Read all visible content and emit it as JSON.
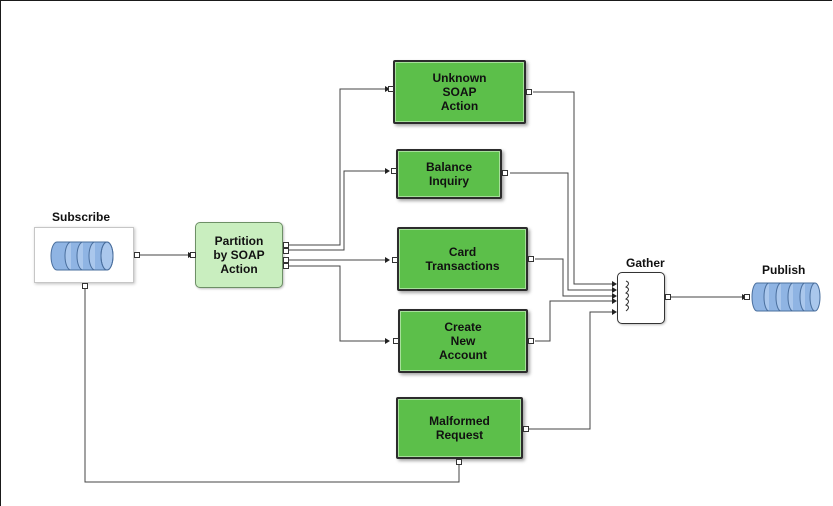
{
  "nodes": {
    "subscribe": {
      "label": "Subscribe"
    },
    "partition": {
      "label": "Partition\nby SOAP\nAction"
    },
    "unknown": {
      "label": "Unknown\nSOAP\nAction"
    },
    "balance": {
      "label": "Balance\nInquiry"
    },
    "card": {
      "label": "Card\nTransactions"
    },
    "create": {
      "label": "Create\nNew\nAccount"
    },
    "malformed": {
      "label": "Malformed\nRequest"
    },
    "gather": {
      "label": "Gather"
    },
    "publish": {
      "label": "Publish"
    }
  },
  "colors": {
    "filter_fill": "#5cbf4a",
    "router_fill": "#c9eebf",
    "queue_fill": "#8fb4e3",
    "wire": "#444444"
  },
  "icons": {
    "subscribe": "message-queue-icon",
    "publish": "message-queue-icon"
  }
}
